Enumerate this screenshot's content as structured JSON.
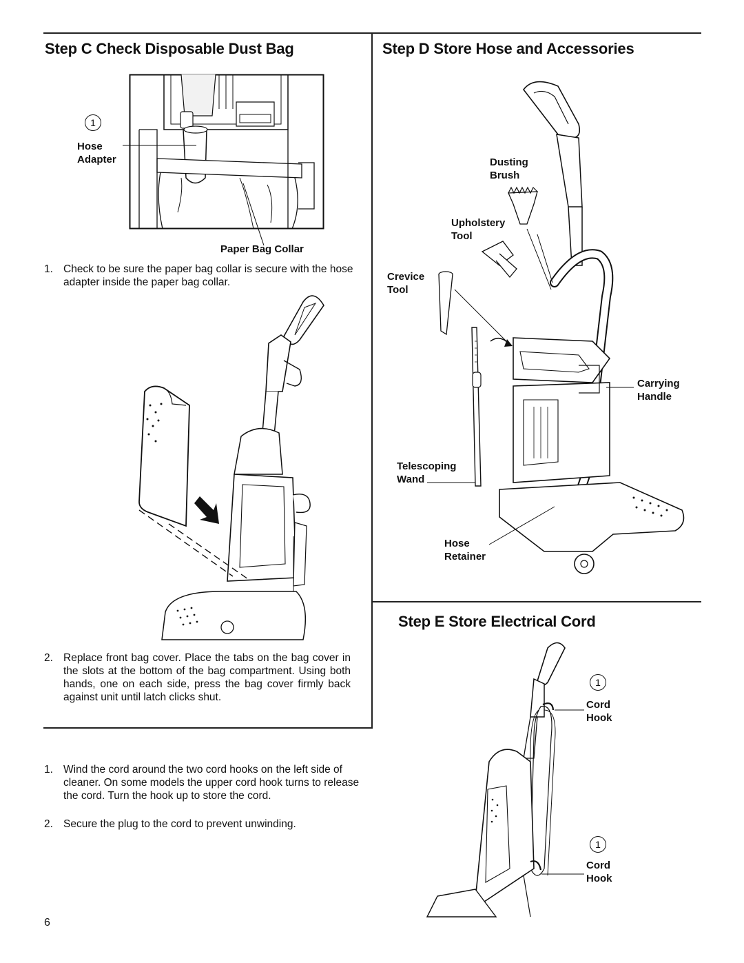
{
  "step_c": {
    "title": "Step C Check Disposable Dust Bag",
    "callout_number": "1",
    "label_hose": "Hose",
    "label_adapter": "Adapter",
    "label_paper_bag_collar": "Paper Bag Collar",
    "instructions": [
      {
        "num": "1.",
        "text": "Check to be sure the paper bag collar is secure with the hose adapter inside the paper bag collar."
      },
      {
        "num": "2.",
        "text": "Replace front bag cover. Place the tabs on the bag cover in the slots at the bottom of the bag compartment. Using both hands, one on each side, press the bag cover firmly back against unit until latch clicks shut."
      }
    ]
  },
  "step_d": {
    "title": "Step D  Store Hose and Accessories",
    "labels": {
      "dusting": "Dusting",
      "brush": "Brush",
      "upholstery": "Upholstery",
      "tool_upholstery": "Tool",
      "crevice": "Crevice",
      "tool_crevice": "Tool",
      "carrying": "Carrying",
      "handle": "Handle",
      "telescoping": "Telescoping",
      "wand": "Wand",
      "hose": "Hose",
      "retainer": "Retainer"
    }
  },
  "step_e": {
    "title": "Step E  Store Electrical Cord",
    "callouts": [
      {
        "number": "1",
        "line1": "Cord",
        "line2": "Hook"
      },
      {
        "number": "1",
        "line1": "Cord",
        "line2": "Hook"
      }
    ],
    "instructions": [
      {
        "num": "1.",
        "text": "Wind the cord around the two cord hooks on the left side of cleaner. On some models the upper cord hook turns to release the cord. Turn the hook up to store the cord."
      },
      {
        "num": "2.",
        "text": "Secure the plug to the cord to prevent unwinding."
      }
    ]
  },
  "page_number": "6"
}
